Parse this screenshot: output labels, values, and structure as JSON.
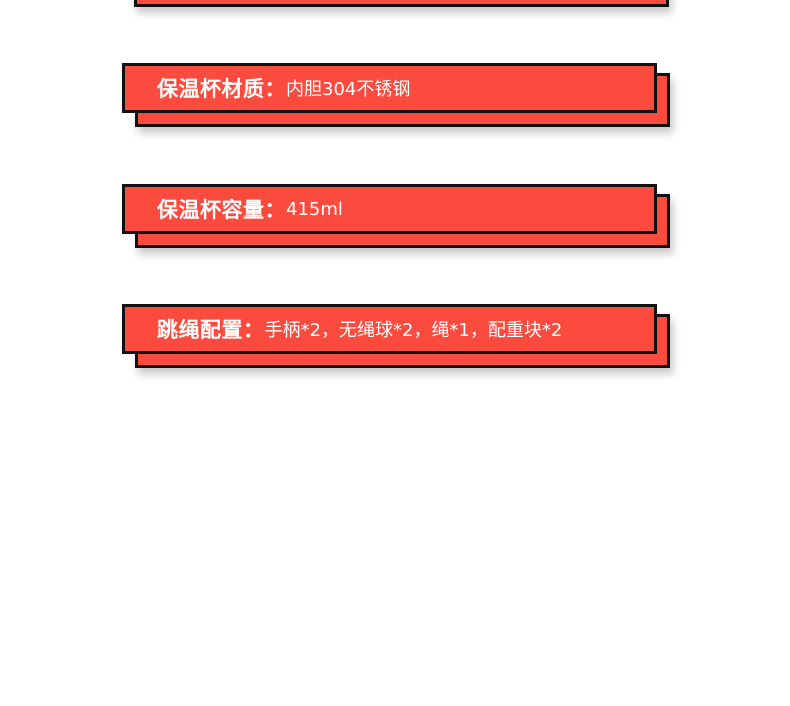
{
  "colors": {
    "box_fill": "#fb4a3e",
    "border": "#111111",
    "text": "#ffffff"
  },
  "specs": [
    {
      "label": "保温杯材质：",
      "value": "内胆304不锈钢"
    },
    {
      "label": "保温杯容量：",
      "value": "415ml"
    },
    {
      "label": "跳绳配置：",
      "value": " 手柄*2，无绳球*2，绳*1，配重块*2"
    }
  ]
}
